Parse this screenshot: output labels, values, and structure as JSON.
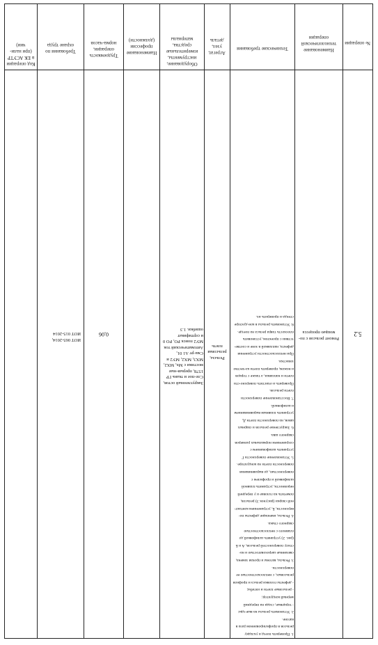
{
  "header": {
    "col_code": "Код операции в ЕК АСУТР (при нали-чии)",
    "col_labor_req": "Требования по охране труда",
    "col_hours": "Трудоемкость операции, норма-часов",
    "col_profession": "Наименование профессии (должности)",
    "col_equipment": "Оборудование, инструменты, измерительные средства, материалы",
    "col_unit": "Агрегат, узел, деталь",
    "col_tech_req": "Технические требования",
    "col_op_name": "Наименование технологической операции",
    "col_op_no": "№ операции"
  },
  "row": {
    "op_no": "5.2",
    "op_name": "Ремонт рельсов с по-мощью процесса",
    "unit": "Рельсы, рельсовая плеть",
    "equipment": "Закругленный остов, Сле-пое и ткань ГР 1578, прерыв-ные мостики с Мх, МХ2, МХ3, МХ2, МУ2 и Сма-рт А1 01, Автоматический ток МУ2 поиск РО, РО 0 и сертификат ошибки. 1.3",
    "profession": "",
    "hours": "0,06",
    "labor_req": "ИОТ 065-2014, ИОТ 015-2014",
    "code": "",
    "tech_steps": [
      "1. Проверить поезд и укладку рельсов в профилированном раза в вагоне.",
      "2. Установить рельсы на вые-зды:",
      "- торцевые, сзади на передний мерный кондуктор;",
      "- рельсовые плети и изгибы;",
      "- дефекты головки рельса и профиля рельсовых, с неплоскостностью ее поверхности.",
      "3. Рельсы, вагоны и прочая замена, связанные шероховатостью и на-стилу поверхностей рельсов, А и Б (рис. 2) устранять шлифовкой до плавного с неплоскостностью сварного стыка.",
      "4. Рельсы, имеющие дефекты по-верхности, Б, устранением контакт-ной сварки (рисунок 3) рельсов, пометить на головке и у передней неровности, устранять плавной шлифовкой и профилем с поверхностью, до выравнивания поверхности плети на кондукторе.",
      "5. Установление поверхности Г устранить шлифованием с сохранением нормальных размеров сварного шва.",
      "6. Закругление рельсов и сварных швов, на поверхности плети Д, устранить плавным выравниванием и шлифовкой.",
      "7. Восстановление поверхности плети рельсов.",
      "Проверить и очистить поверхно-сти плети и наплавки, а также с торцов и ножом, проверить плети ка-чество зачистки.",
      "При неплоскостности устранения дефекта, наплавкой в зоне и соотве-тствии с проектом, установить плоскость тавра рельса на поезде.",
      "8. Установить рельсы в кон-дукторе стенда и проверить их."
    ]
  }
}
